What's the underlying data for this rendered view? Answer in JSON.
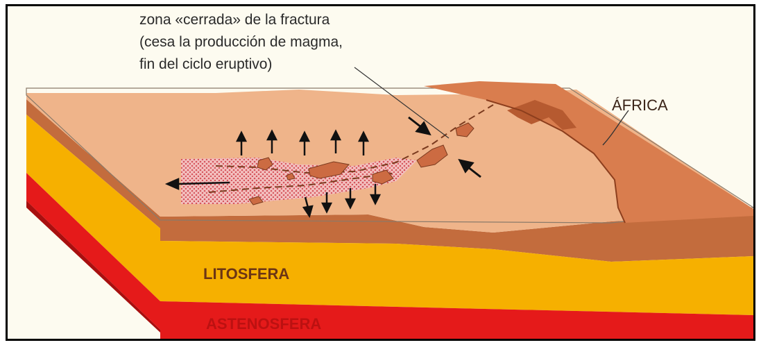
{
  "annotation": {
    "line1": "zona «cerrada» de la fractura",
    "line2": "(cesa la producción de magma,",
    "line3": "fin del ciclo eruptivo)"
  },
  "labels": {
    "africa": "ÁFRICA",
    "litosfera": "LITOSFERA",
    "astenosfera": "ASTENOSFERA"
  },
  "colors": {
    "surface": "#efb48a",
    "africa": "#d97d4e",
    "crust_brown": "#c36c3d",
    "lithosphere": "#f6b000",
    "asthenosphere": "#e51a1a",
    "magma_zone": "#e99a9a",
    "island": "#cc6b42",
    "text_dark": "#5a2a16",
    "frame_bg": "#fdfbf0"
  }
}
